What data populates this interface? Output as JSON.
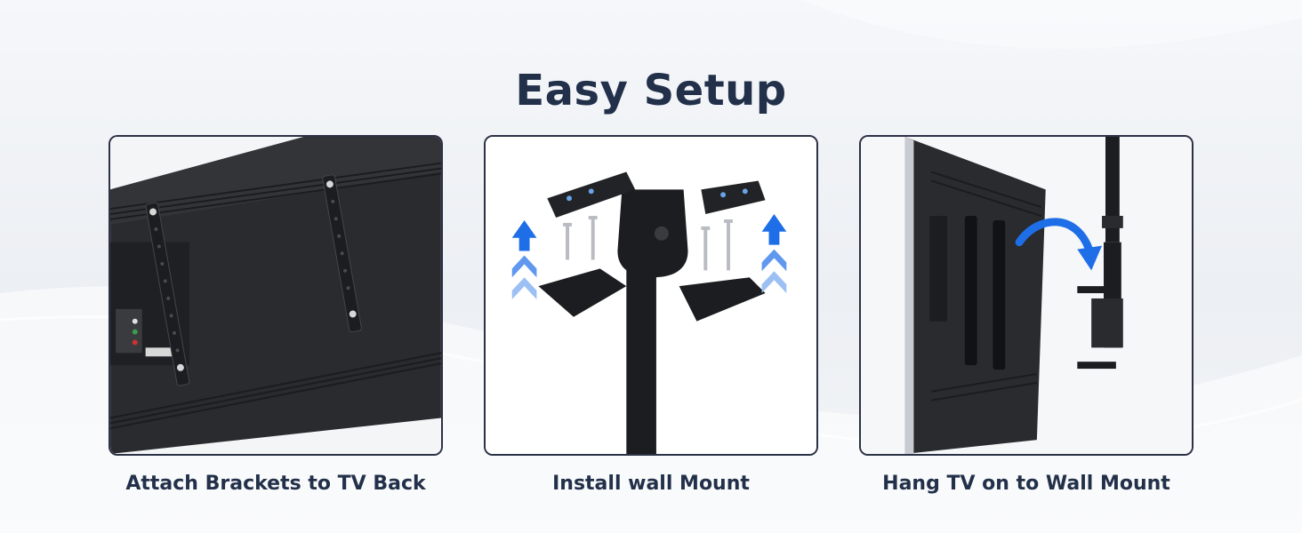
{
  "title": "Easy Setup",
  "steps": [
    {
      "caption": "Attach Brackets to TV Back",
      "illustration": "tv-back-brackets"
    },
    {
      "caption": "Install wall Mount",
      "illustration": "mount-head-plates"
    },
    {
      "caption": "Hang TV on to Wall Mount",
      "illustration": "tv-hanging-on-pole"
    }
  ],
  "colors": {
    "title": "#22304a",
    "panel_border": "#2b3245",
    "arrow_blue": "#1e6ee8",
    "hardware": "#1c1d20"
  }
}
